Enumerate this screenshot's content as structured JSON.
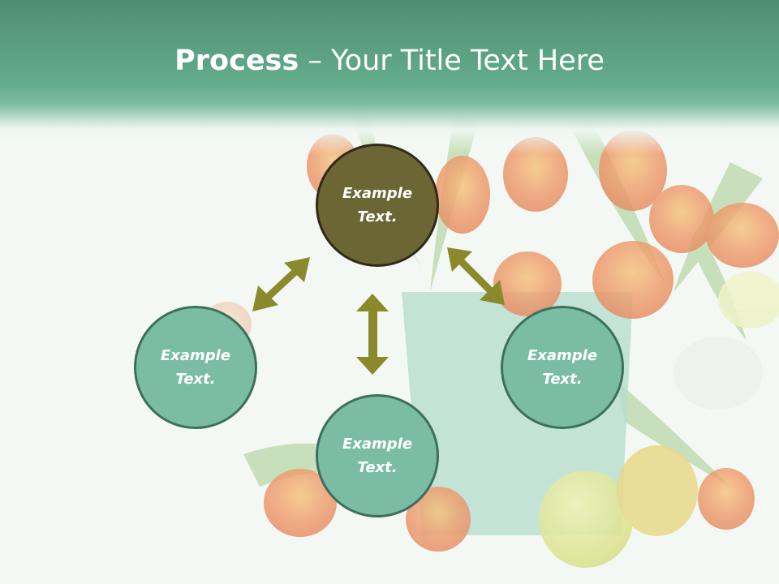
{
  "title": {
    "bold": "Process",
    "rest": " – Your Title Text Here"
  },
  "nodes": {
    "center": {
      "line1": "Example",
      "line2": "Text."
    },
    "left": {
      "line1": "Example",
      "line2": "Text."
    },
    "right": {
      "line1": "Example",
      "line2": "Text."
    },
    "bottom": {
      "line1": "Example",
      "line2": "Text."
    }
  },
  "colors": {
    "header": "#5fa888",
    "node_fill": "#7bbda4",
    "center_fill": "#6b6633",
    "arrow": "#8a8a2c"
  }
}
